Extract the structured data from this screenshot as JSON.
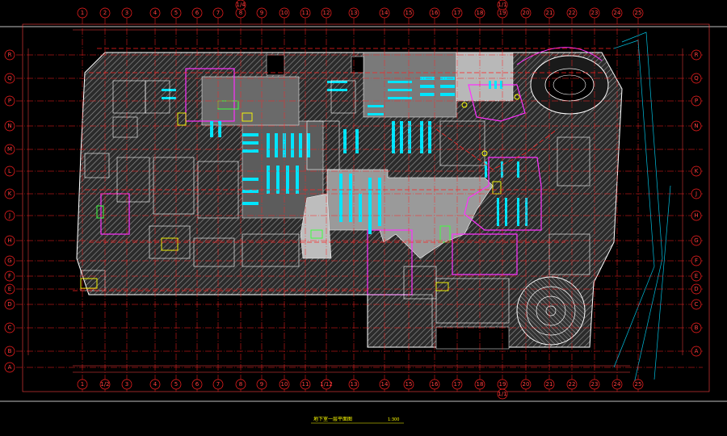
{
  "drawing": {
    "title": "地下室一层平面图",
    "scale": "1:300",
    "colors": {
      "background": "#000000",
      "grid": "#ff2020",
      "wall": "#ffffff",
      "hatch": "#8a8a8a",
      "cyan": "#00e5ff",
      "magenta": "#ff30ff",
      "yellow": "#ffff00",
      "green": "#40ff40",
      "dimension": "#ff6666"
    }
  },
  "axes": {
    "top": [
      "1",
      "2",
      "3",
      "4",
      "5",
      "6",
      "7",
      "8",
      "9",
      "10",
      "11",
      "12",
      "13",
      "14",
      "15",
      "16",
      "17",
      "18",
      "19",
      "20",
      "21",
      "22",
      "23",
      "24",
      "25"
    ],
    "top_extra": [
      "1/4",
      "1/1"
    ],
    "bottom": [
      "1",
      "1/2",
      "3",
      "4",
      "5",
      "6",
      "7",
      "8",
      "9",
      "10",
      "11",
      "1/12",
      "13",
      "14",
      "15",
      "16",
      "17",
      "18",
      "19",
      "20",
      "21",
      "22",
      "23",
      "24",
      "25"
    ],
    "bottom_extra": [
      "1/1"
    ],
    "left": [
      "R",
      "Q",
      "P",
      "N",
      "M",
      "L",
      "K",
      "J",
      "H",
      "G",
      "F",
      "E",
      "D",
      "C",
      "B",
      "A"
    ],
    "right": [
      "R",
      "Q",
      "P",
      "N",
      "K",
      "J",
      "H",
      "G",
      "F",
      "E",
      "D",
      "C",
      "B",
      "A"
    ]
  }
}
